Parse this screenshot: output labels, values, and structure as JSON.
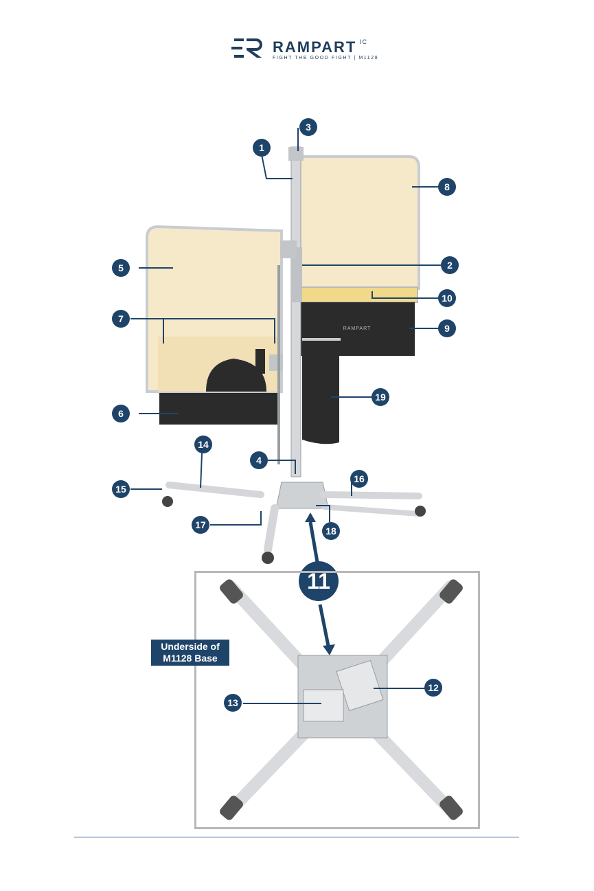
{
  "brand": {
    "name": "RAMPART",
    "superscript": "IC",
    "tagline": "FIGHT THE GOOD FIGHT | M1128"
  },
  "diagram": {
    "callouts": [
      "1",
      "2",
      "3",
      "4",
      "5",
      "6",
      "7",
      "8",
      "9",
      "10",
      "11",
      "12",
      "13",
      "14",
      "15",
      "16",
      "17",
      "18",
      "19"
    ],
    "panel_brand": "RAMPART",
    "inset_label": "Underside of M1128 Base"
  },
  "colors": {
    "navy": "#1f4469",
    "panel_cream": "#f6e9c9",
    "dark_panel": "#2b2b2b",
    "frame_gray": "#c9ccd0"
  }
}
